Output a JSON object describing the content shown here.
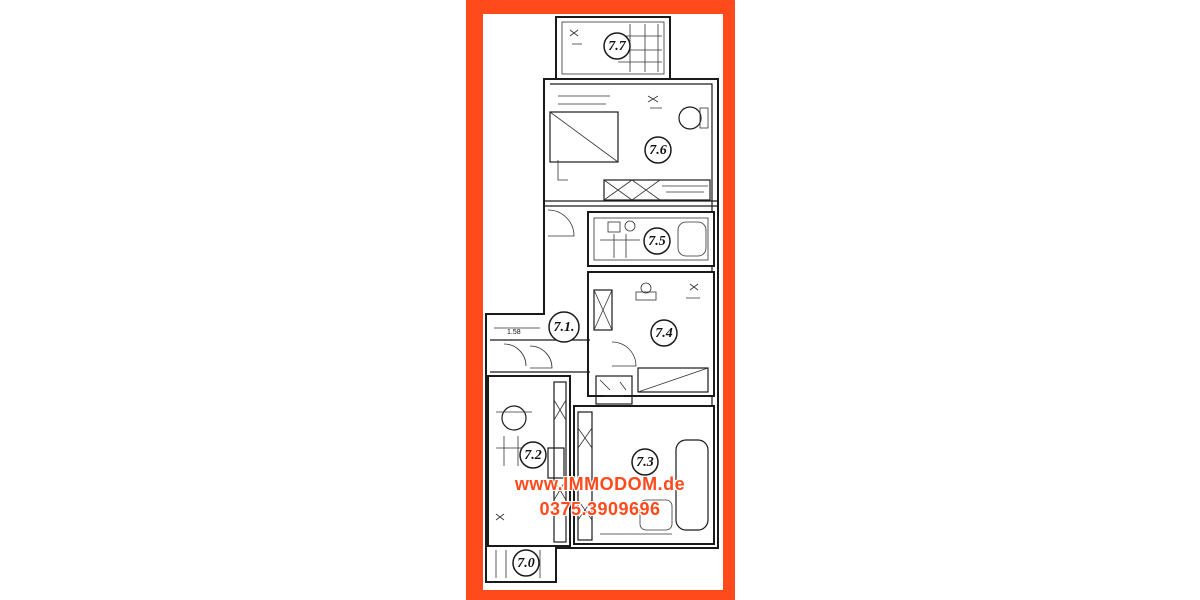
{
  "rooms": [
    {
      "id": "balcony-top",
      "label": "7.7"
    },
    {
      "id": "bedroom",
      "label": "7.6"
    },
    {
      "id": "bathroom",
      "label": "7.5"
    },
    {
      "id": "room-4",
      "label": "7.4"
    },
    {
      "id": "hallway",
      "label": "7.1."
    },
    {
      "id": "kitchen",
      "label": "7.2"
    },
    {
      "id": "living-room",
      "label": "7.3"
    },
    {
      "id": "balcony-bottom",
      "label": "7.0"
    }
  ],
  "dimension_note": "1.58",
  "watermark": {
    "url": "www.IMMODOM.de",
    "phone": "0375.3909696"
  },
  "colors": {
    "frame": "#ff4a1c",
    "paper": "#ffffff",
    "ink": "#1a1a1a"
  }
}
